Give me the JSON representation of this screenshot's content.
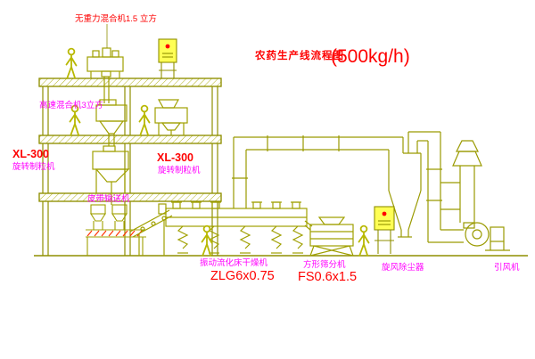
{
  "title": {
    "name": "农药生产线流程图",
    "capacity": "(500kg/h)"
  },
  "labels": {
    "gravity_mixer": "无重力混合机1.5 立方",
    "high_speed_mixer": "高速混合机3立方",
    "granulator_left_model": "XL-300",
    "granulator_left_name": "旋转制粒机",
    "granulator_mid_model": "XL-300",
    "granulator_mid_name": "旋转制粒机",
    "belt_conveyor": "皮带输送机",
    "fluid_bed_dryer": "振动流化床干燥机",
    "fluid_bed_dryer_model": "ZLG6x0.75",
    "square_sieve": "方形筛分机",
    "square_sieve_model": "FS0.6x1.5",
    "cyclone": "旋风除尘器",
    "induced_draft_fan": "引风机"
  },
  "colors": {
    "structure_line": "#8f8f00",
    "equipment_line": "#a0a000",
    "worker_line": "#b8b800",
    "label_red": "#fe0000",
    "label_magenta": "#ff00fe",
    "cabinet_fill": "#ffff55",
    "indicator_red": "#ff0000",
    "feeder_hatch_red": "#ff3300",
    "background": "#ffffff"
  }
}
